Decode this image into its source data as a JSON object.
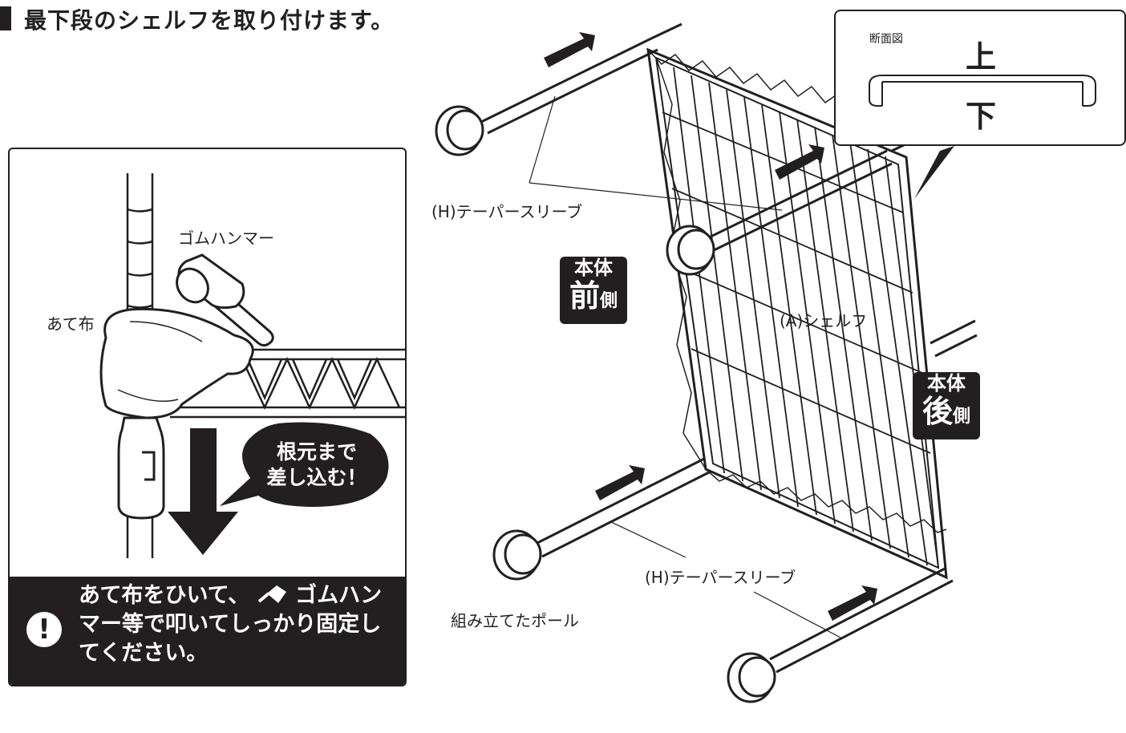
{
  "step": {
    "title": "最下段のシェルフを取り付けます。"
  },
  "inset": {
    "mallet_label": "ゴムハンマー",
    "cloth_label": "あて布",
    "callout": "根元まで差し込む！",
    "callout_line1": "根元まで",
    "callout_line2": "差し込む！",
    "warning_icon": "!",
    "warning_text": "あて布をひいて、🔨ゴムハンマー等で叩いてしっかり固定してください。",
    "warning_line1": "あて布をひいて、",
    "warning_line1b": "ゴムハン",
    "warning_line2": "マー等で叩いてしっかり固定し",
    "warning_line3": "てください。"
  },
  "section": {
    "label": "断面図",
    "top": "上",
    "bottom": "下"
  },
  "main": {
    "sleeve_label_top": "(H)テーパースリーブ",
    "sleeve_label_bottom": "(H)テーパースリーブ",
    "shelf_label": "(A)シェルフ",
    "pole_label": "組み立てたポール",
    "front_badge": {
      "top": "本体",
      "big": "前",
      "small": "側"
    },
    "back_badge": {
      "top": "本体",
      "big": "後",
      "small": "側"
    }
  },
  "colors": {
    "ink": "#231f20",
    "paper": "#ffffff"
  }
}
